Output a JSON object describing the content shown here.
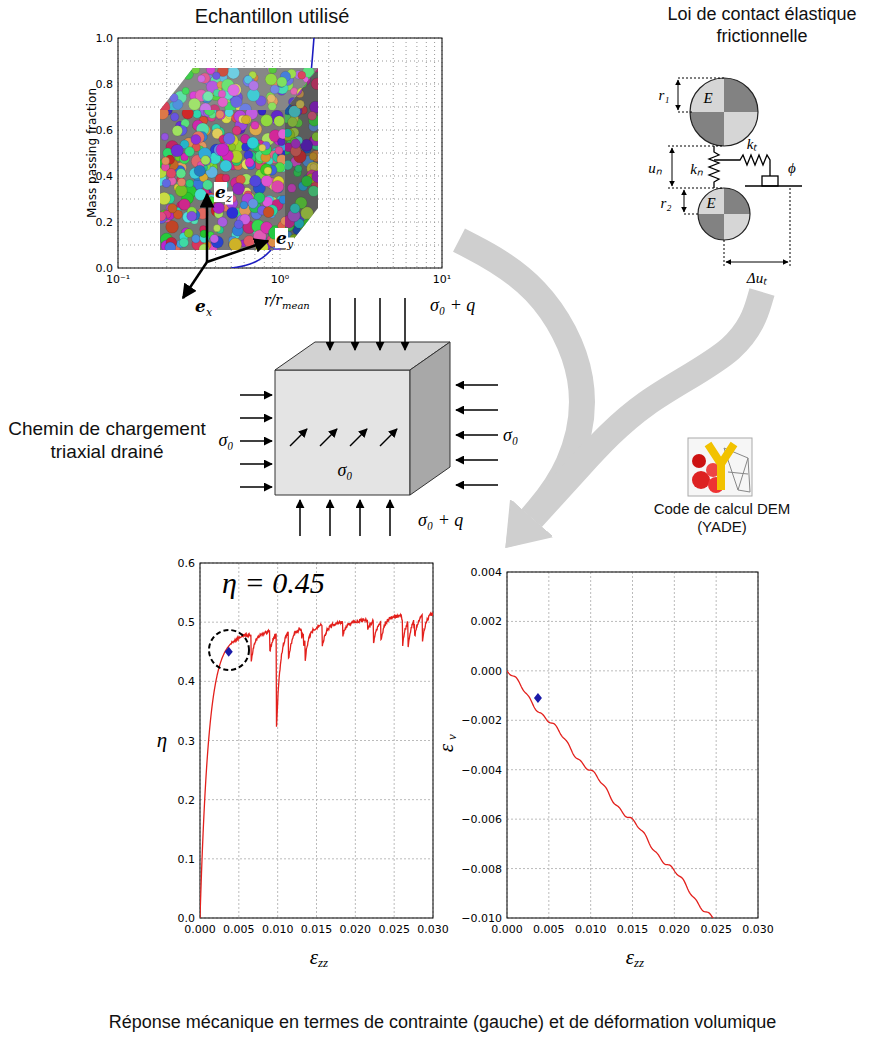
{
  "diagram": {
    "nodes": [
      {
        "text": [
          "Echantillon utilisé"
        ]
      },
      {
        "text": [
          "Loi de contact élastique frictionnelle"
        ]
      },
      {
        "text": [
          "Chemin de chargement triaxial drainé"
        ]
      },
      {
        "text": [
          "Code de calcul DEM (YADE)"
        ]
      },
      {
        "text": [
          "Réponse mécanique en termes de contrainte (gauche) et de déformation volumique"
        ]
      }
    ],
    "edges": [
      {
        "from": 0,
        "to": 4,
        "arrow": "to"
      },
      {
        "from": 1,
        "to": 4,
        "arrow": "to"
      }
    ],
    "labels": [
      "0.0",
      "0.2",
      "0.4",
      "0.6",
      "0.8",
      "1.0",
      "10⁻¹",
      "10⁰",
      "10¹",
      "Mass passing fraction",
      "r/r",
      "mean",
      "e",
      "z",
      "e",
      "y",
      "e",
      "x",
      "r₁",
      "E",
      "uₙ",
      "kₙ",
      "kₜ",
      "ϕ",
      "E",
      "r₂",
      "Δuₜ",
      "σ₀ + q",
      "σ₀",
      "σ₀",
      "σ₀",
      "σ₀ + q",
      "η = 0.45",
      "0.0",
      "0.1",
      "0.2",
      "0.3",
      "0.4",
      "0.5",
      "0.6",
      "0.000",
      "0.005",
      "0.010",
      "0.015",
      "0.020",
      "0.025",
      "0.030",
      "η",
      "ε",
      "zz",
      "0.004",
      "0.002",
      "0.000",
      "−0.002",
      "−0.004",
      "−0.006",
      "−0.008",
      "−0.010",
      "0.000",
      "0.005",
      "0.010",
      "0.015",
      "0.020",
      "0.025",
      "0.030",
      "ε",
      "v",
      "ε",
      "zz"
    ]
  }
}
